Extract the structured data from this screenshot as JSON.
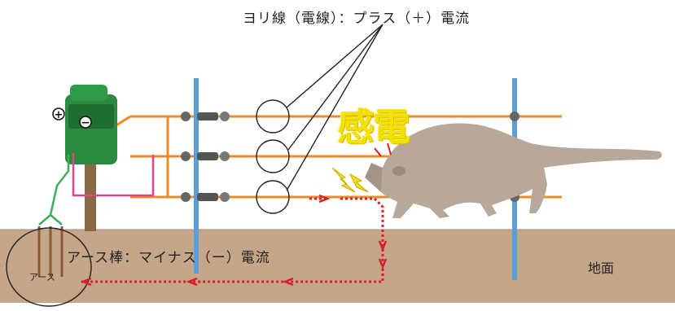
{
  "labels": {
    "top_wire": "ヨリ線（電線）：プラス（＋）電流",
    "earth_rod": "アース棒：マイナス（ー）電流",
    "ground": "地面",
    "earth_short": "アース",
    "shock": "感電"
  },
  "energizer_symbols": {
    "plus": "+",
    "minus": "−"
  },
  "colors": {
    "ground": "#c6a688",
    "fence_wire": "#f08a24",
    "post": "#5b9fd6",
    "energizer": "#2a8a3f",
    "current_arrow": "#d8202a",
    "animal": "#b7a899",
    "shock_text": "#f2e200"
  },
  "icons": {
    "energizer": "electric-fence-energizer-icon",
    "animal": "raccoon-dog-icon",
    "spark": "lightning-spark-icon"
  }
}
